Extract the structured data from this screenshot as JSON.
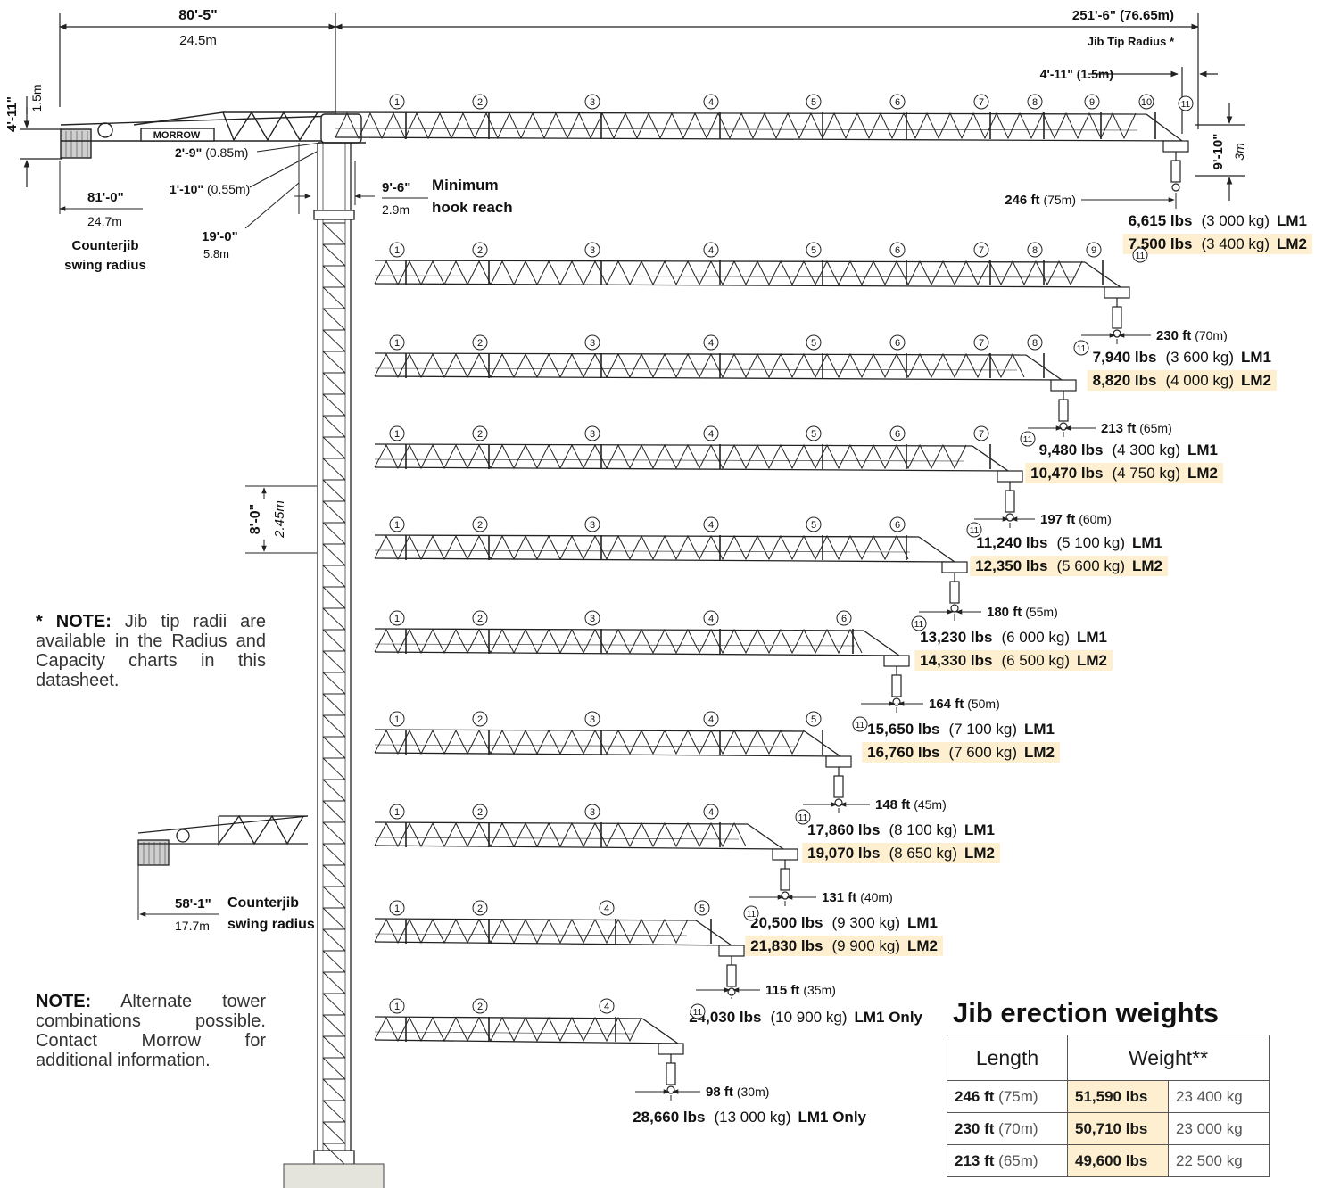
{
  "colors": {
    "highlight": "#fdefd0",
    "line": "#222222",
    "concrete": "#e4e4dc"
  },
  "brand": {
    "logo": "MORROW"
  },
  "top_dims": {
    "counterjib_ft": "80'-5\"",
    "counterjib_m": "24.5m",
    "total_radius": "251'-6\" (76.65m)",
    "jib_tip_radius": "Jib Tip Radius *",
    "tip_offset": "4'-11\" (1.5m)",
    "cj_height_ft": "4'-11\"",
    "cj_height_m": "1.5m",
    "jib_depth_ft": "9'-10\"",
    "jib_depth_m": "3m"
  },
  "tower_dims": {
    "d1_ft": "2'-9\"",
    "d1_m": "(0.85m)",
    "d2_ft": "1'-10\"",
    "d2_m": "(0.55m)",
    "cj_swing_ft": "81'-0\"",
    "cj_swing_m": "24.7m",
    "cj_swing_label": [
      "Counterjib",
      "swing radius"
    ],
    "d3_ft": "19'-0\"",
    "d3_m": "5.8m",
    "min_hook_ft": "9'-6\"",
    "min_hook_m": "2.9m",
    "min_hook_label": [
      "Minimum",
      "hook reach"
    ],
    "mast_ft": "8'-0\"",
    "mast_m": "2.45m",
    "alt_cj_ft": "58'-1\"",
    "alt_cj_m": "17.7m",
    "alt_cj_label": [
      "Counterjib",
      "swing radius"
    ]
  },
  "notes": {
    "note1_head": "* NOTE:",
    "note1_body": " Jib tip radii are available in the Radius and Capacity charts in this datasheet.",
    "note2_head": "NOTE:",
    "note2_body": " Alternate tower combinations possible. Contact Morrow for additional information."
  },
  "jibs": [
    {
      "radius_ft": "246 ft",
      "radius_m": "(75m)",
      "sections": [
        "1",
        "2",
        "3",
        "4",
        "5",
        "6",
        "7",
        "8",
        "9",
        "10"
      ],
      "loads": [
        {
          "lbs": "6,615 lbs",
          "kg": "(3 000 kg)",
          "tag": "LM1",
          "hl": false
        },
        {
          "lbs": "7,500 lbs",
          "kg": "(3 400 kg)",
          "tag": "LM2",
          "hl": true
        }
      ]
    },
    {
      "radius_ft": "230 ft",
      "radius_m": "(70m)",
      "sections": [
        "1",
        "2",
        "3",
        "4",
        "5",
        "6",
        "7",
        "8",
        "9"
      ],
      "loads": [
        {
          "lbs": "7,940 lbs",
          "kg": "(3 600 kg)",
          "tag": "LM1",
          "hl": false
        },
        {
          "lbs": "8,820 lbs",
          "kg": "(4 000 kg)",
          "tag": "LM2",
          "hl": true
        }
      ]
    },
    {
      "radius_ft": "213 ft",
      "radius_m": "(65m)",
      "sections": [
        "1",
        "2",
        "3",
        "4",
        "5",
        "6",
        "7",
        "8"
      ],
      "loads": [
        {
          "lbs": "9,480 lbs",
          "kg": "(4 300 kg)",
          "tag": "LM1",
          "hl": false
        },
        {
          "lbs": "10,470 lbs",
          "kg": "(4 750 kg)",
          "tag": "LM2",
          "hl": true
        }
      ]
    },
    {
      "radius_ft": "197 ft",
      "radius_m": "(60m)",
      "sections": [
        "1",
        "2",
        "3",
        "4",
        "5",
        "6",
        "7"
      ],
      "loads": [
        {
          "lbs": "11,240 lbs",
          "kg": "(5 100 kg)",
          "tag": "LM1",
          "hl": false
        },
        {
          "lbs": "12,350 lbs",
          "kg": "(5 600 kg)",
          "tag": "LM2",
          "hl": true
        }
      ]
    },
    {
      "radius_ft": "180 ft",
      "radius_m": "(55m)",
      "sections": [
        "1",
        "2",
        "3",
        "4",
        "5",
        "6"
      ],
      "loads": [
        {
          "lbs": "13,230 lbs",
          "kg": "(6 000 kg)",
          "tag": "LM1",
          "hl": false
        },
        {
          "lbs": "14,330 lbs",
          "kg": "(6 500 kg)",
          "tag": "LM2",
          "hl": true
        }
      ]
    },
    {
      "radius_ft": "164 ft",
      "radius_m": "(50m)",
      "sections": [
        "1",
        "2",
        "3",
        "4",
        "6"
      ],
      "loads": [
        {
          "lbs": "15,650 lbs",
          "kg": "(7 100 kg)",
          "tag": "LM1",
          "hl": false
        },
        {
          "lbs": "16,760 lbs",
          "kg": "(7 600 kg)",
          "tag": "LM2",
          "hl": true
        }
      ]
    },
    {
      "radius_ft": "148 ft",
      "radius_m": "(45m)",
      "sections": [
        "1",
        "2",
        "3",
        "4",
        "5"
      ],
      "loads": [
        {
          "lbs": "17,860 lbs",
          "kg": "(8 100 kg)",
          "tag": "LM1",
          "hl": false
        },
        {
          "lbs": "19,070 lbs",
          "kg": "(8 650 kg)",
          "tag": "LM2",
          "hl": true
        }
      ]
    },
    {
      "radius_ft": "131 ft",
      "radius_m": "(40m)",
      "sections": [
        "1",
        "2",
        "3",
        "4"
      ],
      "loads": [
        {
          "lbs": "20,500 lbs",
          "kg": "(9 300 kg)",
          "tag": "LM1",
          "hl": false
        },
        {
          "lbs": "21,830 lbs",
          "kg": "(9 900 kg)",
          "tag": "LM2",
          "hl": true
        }
      ]
    },
    {
      "radius_ft": "115 ft",
      "radius_m": "(35m)",
      "sections": [
        "1",
        "2",
        "4",
        "5"
      ],
      "loads": [
        {
          "lbs": "24,030 lbs",
          "kg": "(10 900 kg)",
          "tag": "LM1 Only",
          "hl": false
        }
      ]
    },
    {
      "radius_ft": "98 ft",
      "radius_m": "(30m)",
      "sections": [
        "1",
        "2",
        "4"
      ],
      "loads": [
        {
          "lbs": "28,660 lbs",
          "kg": "(13 000 kg)",
          "tag": "LM1 Only",
          "hl": false
        }
      ]
    }
  ],
  "tip_marker": "11",
  "erection": {
    "title": "Jib erection weights",
    "head_length": "Length",
    "head_weight": "Weight**",
    "rows": [
      {
        "ft": "246 ft",
        "m": "(75m)",
        "lbs": "51,590 lbs",
        "kg": "23 400 kg"
      },
      {
        "ft": "230 ft",
        "m": "(70m)",
        "lbs": "50,710 lbs",
        "kg": "23 000 kg"
      },
      {
        "ft": "213 ft",
        "m": "(65m)",
        "lbs": "49,600 lbs",
        "kg": "22 500 kg"
      }
    ]
  }
}
